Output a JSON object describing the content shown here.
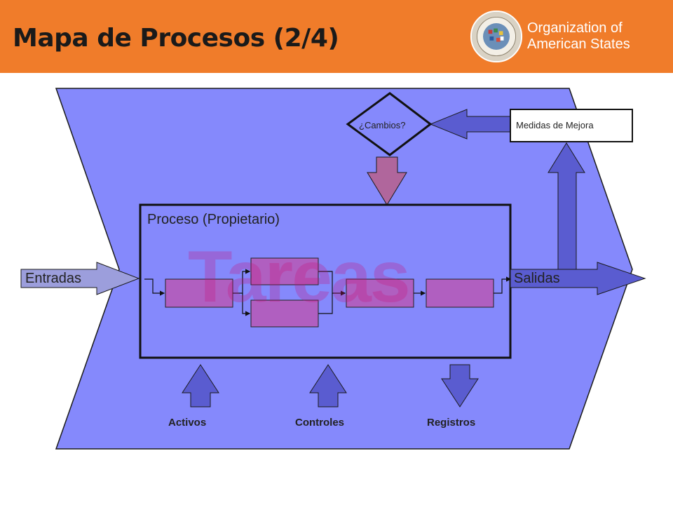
{
  "slide": {
    "title": "Mapa de Procesos (2/4)"
  },
  "logo": {
    "line1": "Organization of",
    "line2": "American States"
  },
  "diagram": {
    "decision_label": "¿Cambios?",
    "improvement_label": "Medidas de Mejora",
    "process_label": "Proceso (Propietario)",
    "watermark_label": "Tareas",
    "input_label": "Entradas",
    "output_label": "Salidas",
    "resources": [
      {
        "label": "Activos"
      },
      {
        "label": "Controles"
      },
      {
        "label": "Registros"
      }
    ]
  },
  "colors": {
    "header_bg": "#f07c2a",
    "chevron_fill": "#8589fc",
    "arrow_fill": "#5a5cd0",
    "input_arrow_fill": "#9c9edc",
    "task_fill": "#b05fc0",
    "down_arrow_fill": "#b0669c"
  }
}
